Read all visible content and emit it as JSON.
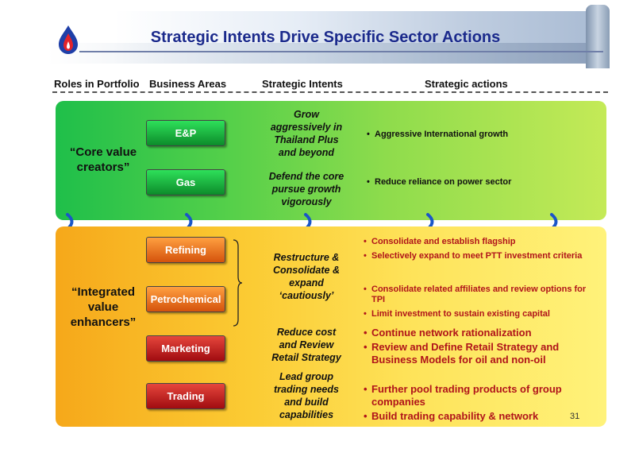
{
  "title": "Strategic Intents Drive Specific Sector Actions",
  "columns": {
    "roles": "Roles in Portfolio",
    "business": "Business Areas",
    "intents": "Strategic Intents",
    "actions": "Strategic actions"
  },
  "core": {
    "role_line1": "“Core value",
    "role_line2": "creators”",
    "areas": [
      "E&P",
      "Gas"
    ],
    "intents": {
      "ep": [
        "Grow",
        "aggressively in",
        "Thailand Plus",
        "and beyond"
      ],
      "gas": [
        "Defend  the core",
        "pursue growth",
        "vigorously"
      ]
    },
    "actions": {
      "ep": "Aggressive International growth",
      "gas": "Reduce reliance on power sector"
    }
  },
  "integrated": {
    "role_line1": "“Integrated",
    "role_line2": "value",
    "role_line3": "enhancers”",
    "areas": [
      "Refining",
      "Petrochemical",
      "Marketing",
      "Trading"
    ],
    "intents": {
      "refpet": [
        "Restructure &",
        "Consolidate &",
        "expand",
        "‘cautiously’"
      ],
      "marketing": [
        "Reduce cost",
        "and Review",
        "Retail Strategy"
      ],
      "trading": [
        "Lead group",
        "trading needs",
        "and build",
        "capabilities"
      ]
    },
    "actions": {
      "refining": [
        "Consolidate and establish flagship",
        "Selectively expand to meet PTT investment criteria"
      ],
      "petrochemical": [
        "Consolidate related affiliates and review options for TPI",
        "Limit investment to sustain existing capital"
      ],
      "marketing": [
        "Continue network rationalization",
        "Review and Define Retail Strategy and Business Models for oil and non-oil"
      ],
      "trading": [
        "Further pool trading products of group companies",
        "Build trading capability & network"
      ]
    }
  },
  "page_number": "31",
  "colors": {
    "title": "#1b2a8c",
    "action_red": "#b0141a",
    "chevron": "#1a56c8"
  },
  "icons": [
    "ptt-flame-logo-icon",
    "chevron-right-icon",
    "curly-brace-icon"
  ]
}
